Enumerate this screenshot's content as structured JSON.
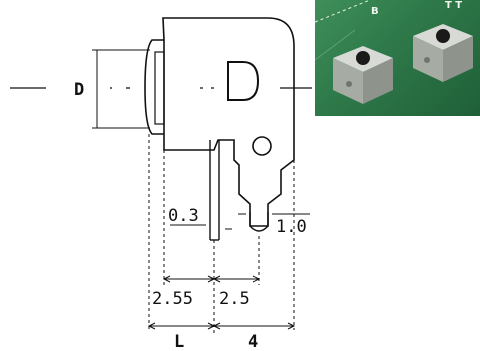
{
  "labels": {
    "d_left": "D",
    "d_body": "D",
    "dim_03": "0.3",
    "dim_10": "1.0",
    "dim_255": "2.55",
    "dim_25": "2.5",
    "dim_L": "L",
    "dim_4": "4"
  },
  "photo": {
    "board_text_left": "B",
    "board_text_right": "T T"
  },
  "colors": {
    "line": "#111111",
    "board_green": "#2f7a4a",
    "switch_metal": "#c9ccc8",
    "switch_black": "#1a1a1a"
  }
}
